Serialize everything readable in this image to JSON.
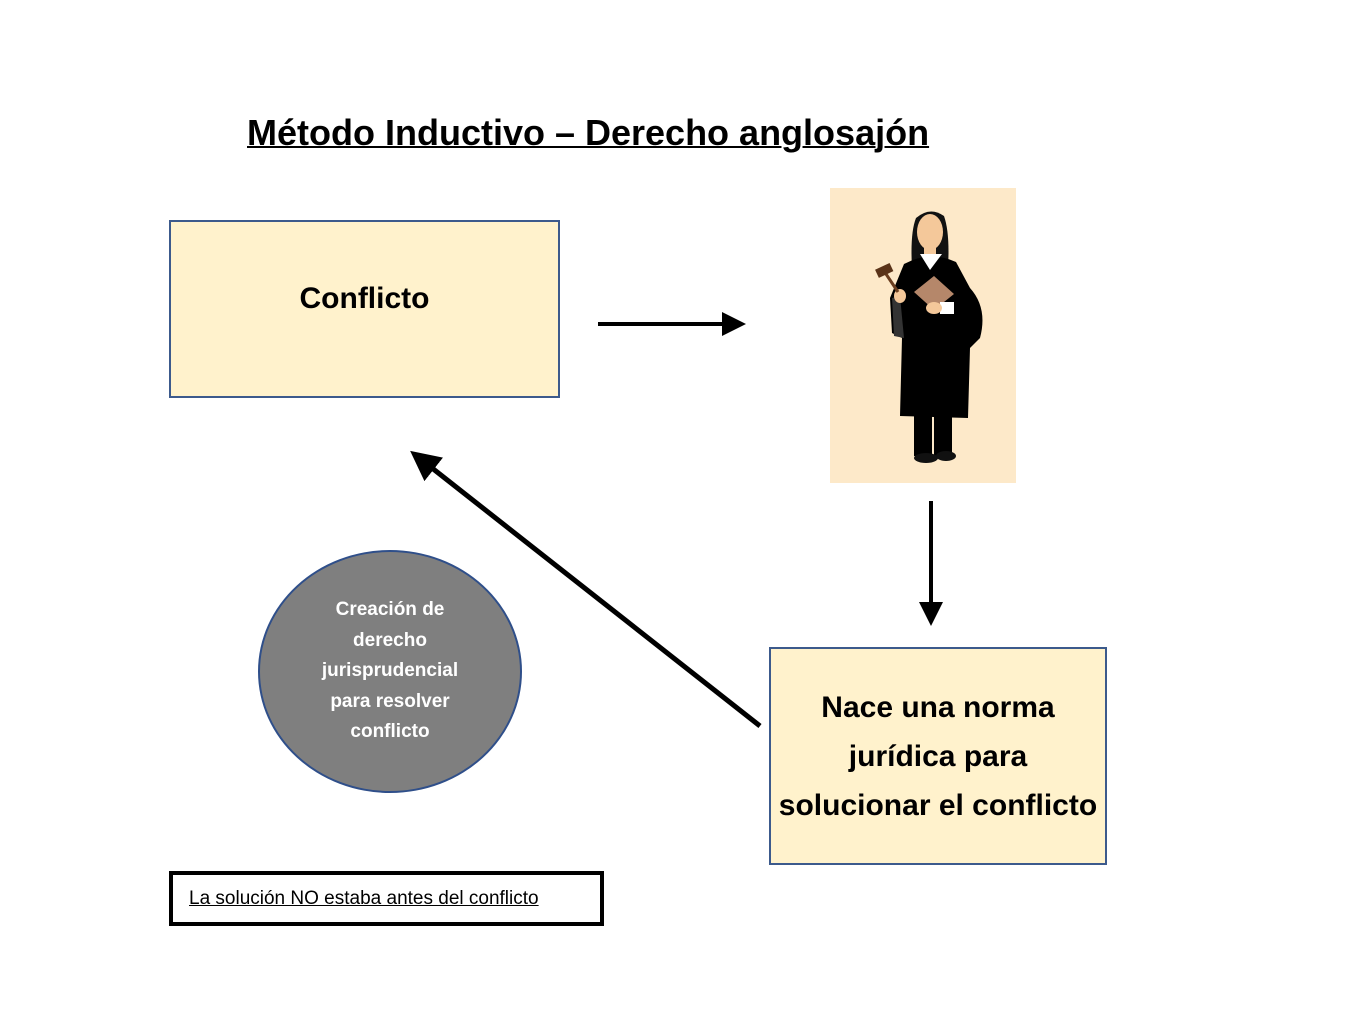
{
  "title": "Método Inductivo – Derecho anglosajón",
  "boxes": {
    "conflicto": "Conflicto",
    "norma": "Nace una norma jurídica para solucionar el conflicto"
  },
  "circle": "Creación de derecho jurisprudencial para resolver conflicto",
  "note": "La solución NO estaba antes del conflicto",
  "colors": {
    "box_fill": "#fff2cc",
    "box_border": "#3c5a8c",
    "circle_fill": "#7f7f7f",
    "judge_bg": "#fde9c9"
  }
}
